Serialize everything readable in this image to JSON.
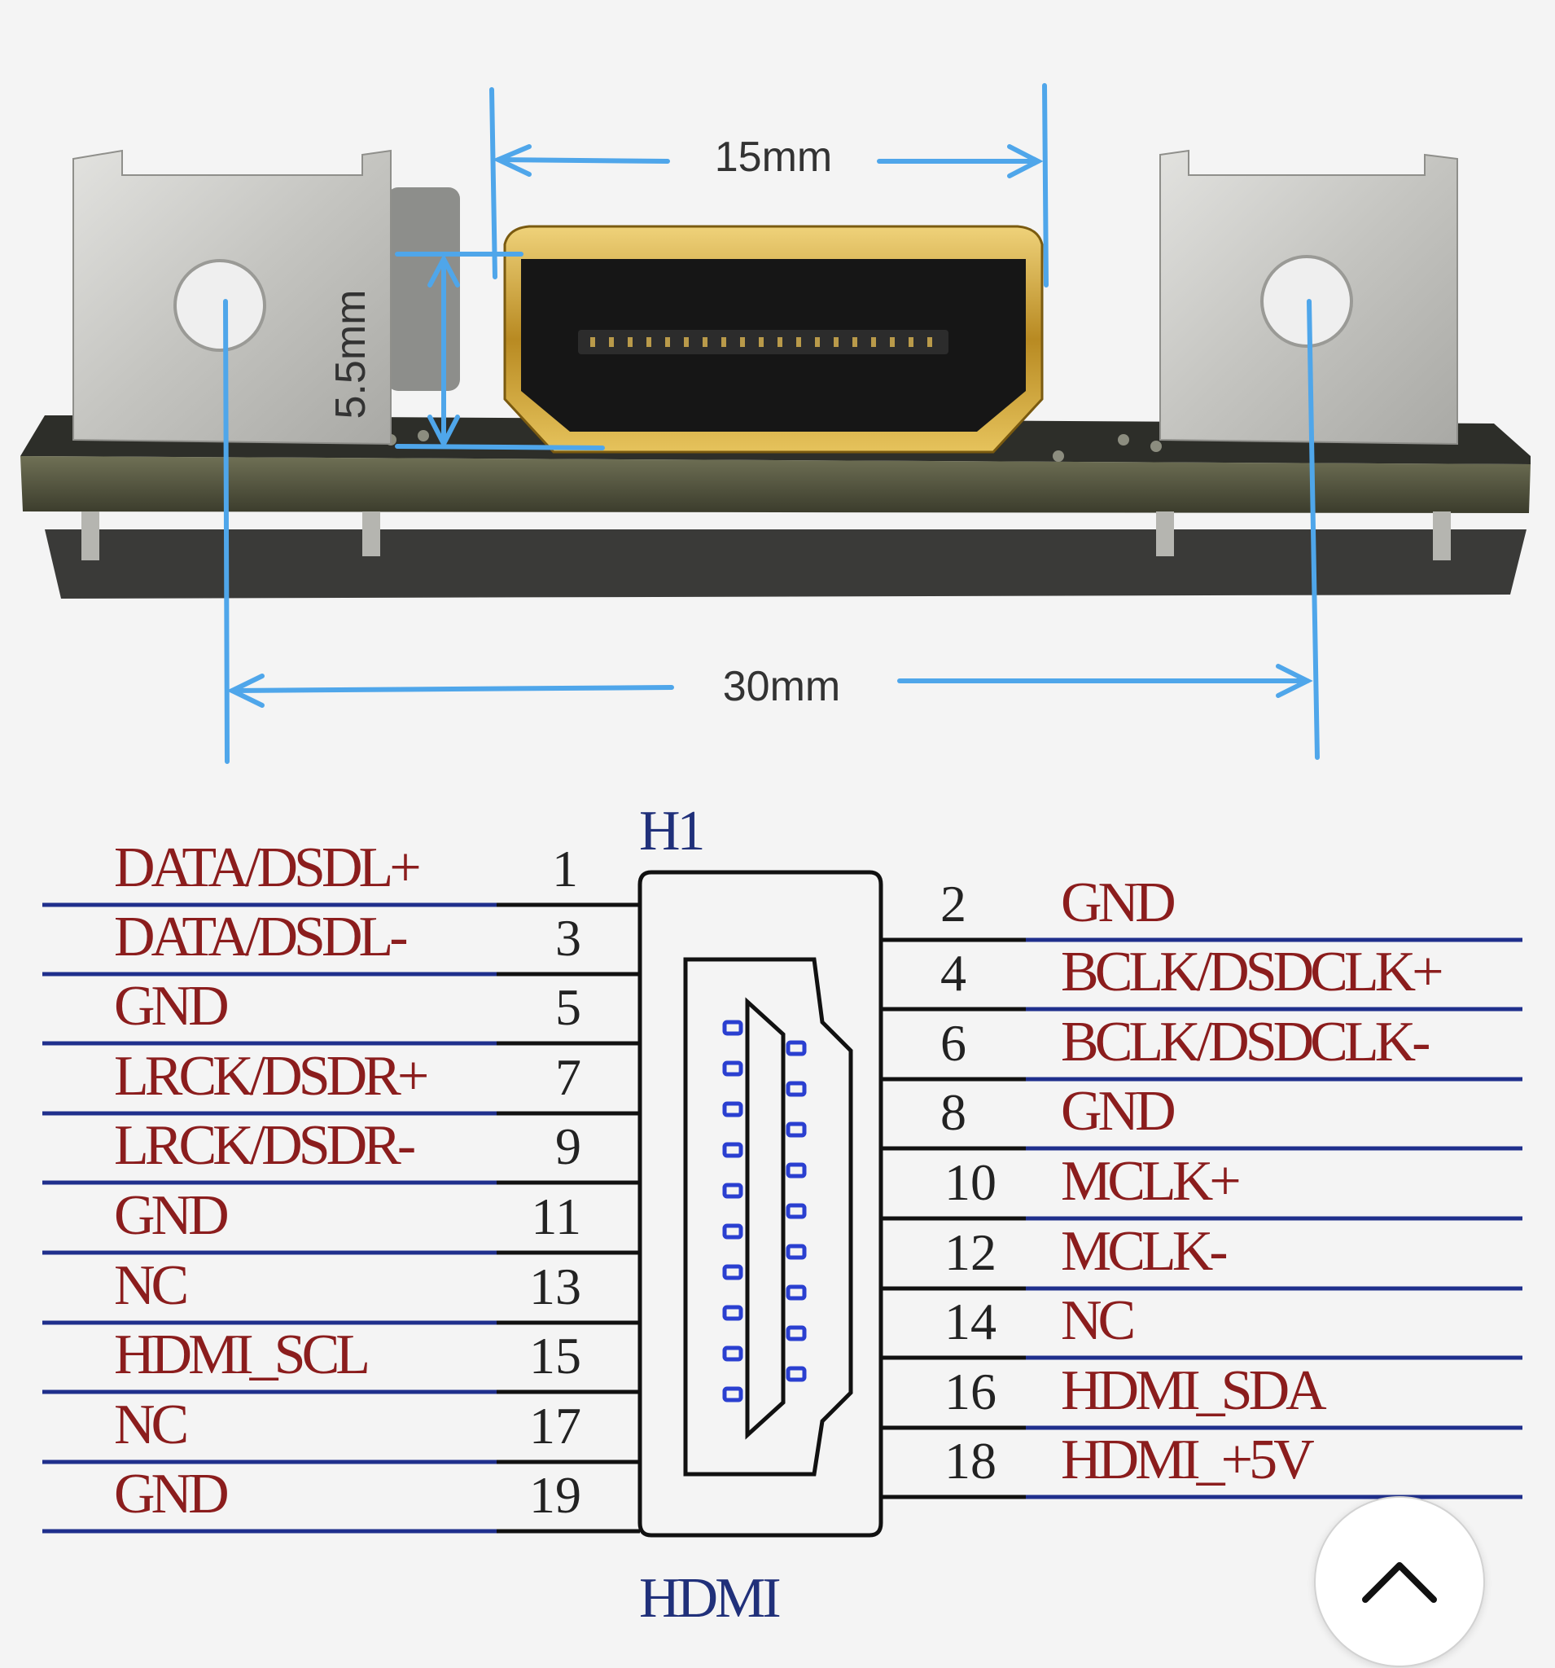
{
  "board_photo": {
    "dimension_labels": {
      "connector_width": "15mm",
      "connector_height": "5.5mm",
      "hole_spacing": "30mm"
    },
    "colors": {
      "dimension_line": "#4fa6ea",
      "board": "#2c2d26",
      "bracket": "#c9c9c6",
      "connector_shell": "#c7a23c"
    }
  },
  "schematic": {
    "ref_designator": "H1",
    "part_label": "HDMI",
    "left_pins": [
      {
        "num": "1",
        "signal": "DATA/DSDL+"
      },
      {
        "num": "3",
        "signal": "DATA/DSDL-"
      },
      {
        "num": "5",
        "signal": "GND"
      },
      {
        "num": "7",
        "signal": "LRCK/DSDR+"
      },
      {
        "num": "9",
        "signal": "LRCK/DSDR-"
      },
      {
        "num": "11",
        "signal": "GND"
      },
      {
        "num": "13",
        "signal": "NC"
      },
      {
        "num": "15",
        "signal": "HDMI_SCL"
      },
      {
        "num": "17",
        "signal": "NC"
      },
      {
        "num": "19",
        "signal": "GND"
      }
    ],
    "right_pins": [
      {
        "num": "2",
        "signal": "GND"
      },
      {
        "num": "4",
        "signal": "BCLK/DSDCLK+"
      },
      {
        "num": "6",
        "signal": "BCLK/DSDCLK-"
      },
      {
        "num": "8",
        "signal": "GND"
      },
      {
        "num": "10",
        "signal": "MCLK+"
      },
      {
        "num": "12",
        "signal": "MCLK-"
      },
      {
        "num": "14",
        "signal": "NC"
      },
      {
        "num": "16",
        "signal": "HDMI_SDA"
      },
      {
        "num": "18",
        "signal": "HDMI_+5V"
      }
    ],
    "colors": {
      "signal_text": "#8b1d1d",
      "net_line": "#1f2f8c",
      "ref_text": "#20307a",
      "pin_contact": "#2a3fd0"
    }
  },
  "ui": {
    "scroll_top_icon": "chevron-up-icon"
  }
}
